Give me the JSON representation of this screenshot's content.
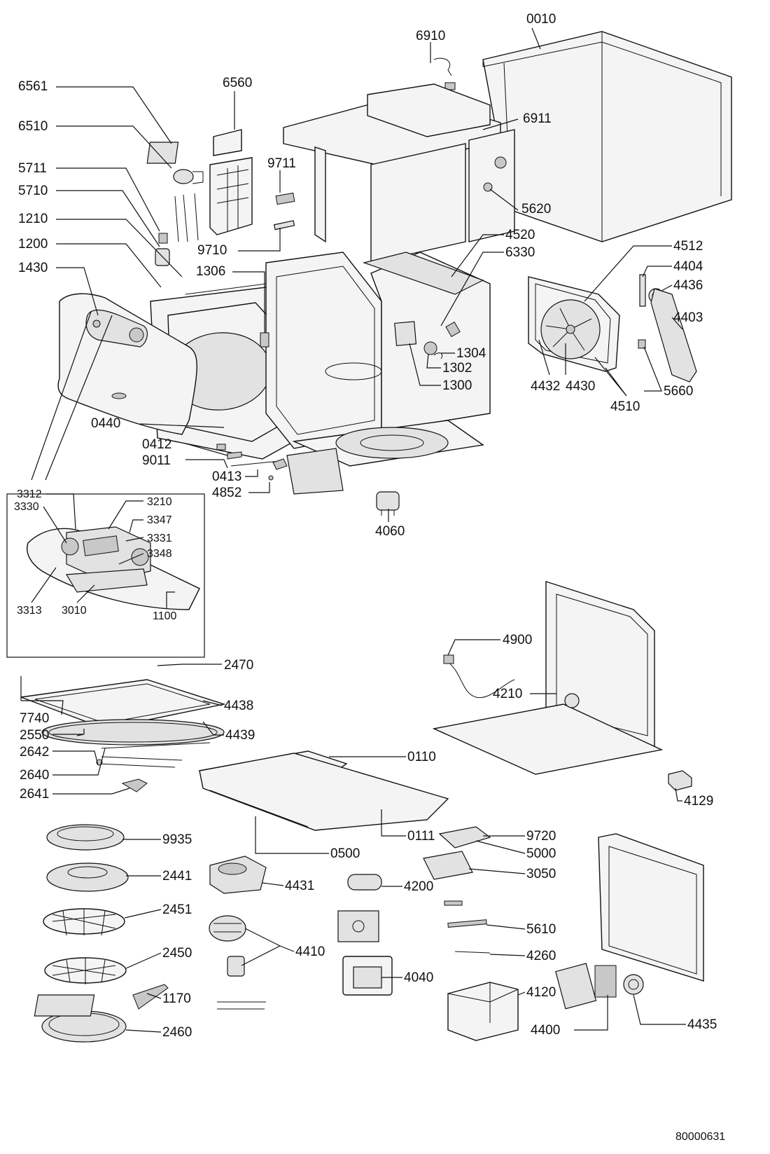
{
  "labels": {
    "l0010": "0010",
    "l6910": "6910",
    "l6911": "6911",
    "l5620": "5620",
    "l6561": "6561",
    "l6560": "6560",
    "l6510": "6510",
    "l5711": "5711",
    "l5710": "5710",
    "l9711": "9711",
    "l9710": "9710",
    "l1210": "1210",
    "l1200": "1200",
    "l1430": "1430",
    "l1306": "1306",
    "l4520": "4520",
    "l6330": "6330",
    "l4512": "4512",
    "l4404": "4404",
    "l4436": "4436",
    "l4403": "4403",
    "l1304": "1304",
    "l1302": "1302",
    "l1300": "1300",
    "l4432": "4432",
    "l4430": "4430",
    "l4510": "4510",
    "l5660": "5660",
    "l0440": "0440",
    "l0412": "0412",
    "l9011": "9011",
    "l0413": "0413",
    "l4852": "4852",
    "l4060": "4060",
    "l3312": "3312",
    "l3330": "3330",
    "l3210": "3210",
    "l3347": "3347",
    "l3331": "3331",
    "l3348": "3348",
    "l3313": "3313",
    "l3010": "3010",
    "l1100": "1100",
    "l2470": "2470",
    "l7740": "7740",
    "l4438": "4438",
    "l2550": "2550",
    "l4439": "4439",
    "l2642": "2642",
    "l2640": "2640",
    "l2641": "2641",
    "l0110": "0110",
    "l4900": "4900",
    "l4210": "4210",
    "l4129": "4129",
    "l0111": "0111",
    "l0500": "0500",
    "l9720": "9720",
    "l5000": "5000",
    "l3050": "3050",
    "l9935": "9935",
    "l2441": "2441",
    "l4431": "4431",
    "l4200": "4200",
    "l2451": "2451",
    "l5610": "5610",
    "l2450": "2450",
    "l4410": "4410",
    "l4260": "4260",
    "l4040": "4040",
    "l1170": "1170",
    "l4120": "4120",
    "l2460": "2460",
    "l4400": "4400",
    "l4435": "4435"
  },
  "drawing_number": "80000631"
}
